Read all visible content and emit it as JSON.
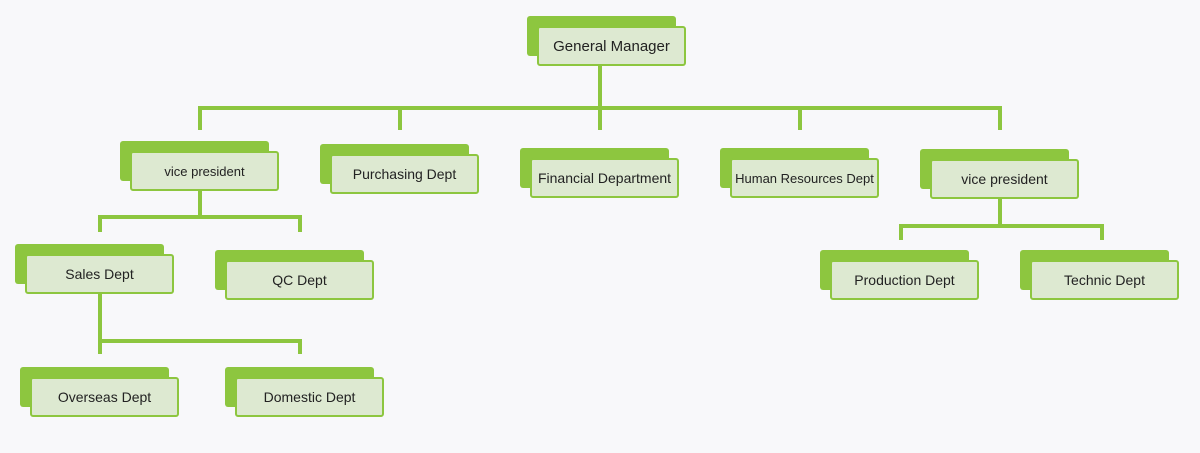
{
  "org_chart": {
    "colors": {
      "accent": "#8dc63f",
      "card_fill": "#dde9d1",
      "background": "#f8f8fa"
    },
    "nodes": {
      "gm": "General Manager",
      "vp_left": "vice president",
      "purchasing": "Purchasing Dept",
      "financial": "Financial Department",
      "hr": "Human Resources Dept",
      "vp_right": "vice president",
      "sales": "Sales Dept",
      "qc": "QC Dept",
      "overseas": "Overseas Dept",
      "domestic": "Domestic Dept",
      "production": "Production Dept",
      "technic": "Technic Dept"
    }
  }
}
